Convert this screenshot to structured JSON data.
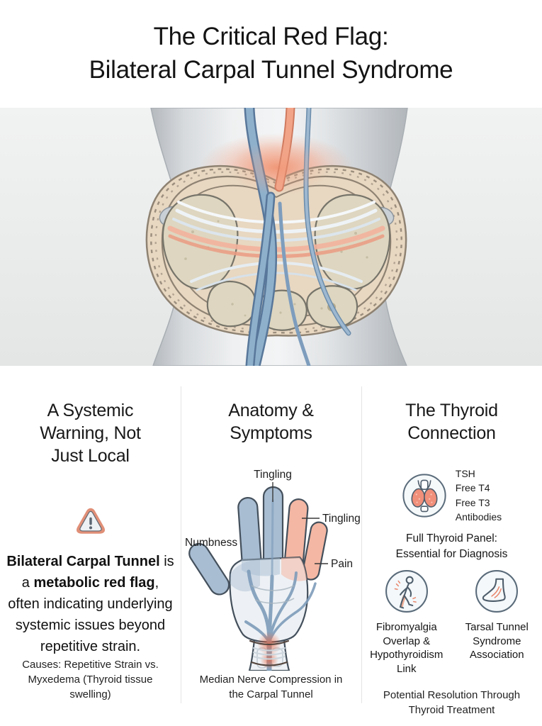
{
  "title": {
    "line1": "The Critical Red Flag:",
    "line2": "Bilateral Carpal Tunnel Syndrome"
  },
  "columns": [
    {
      "heading_lines": [
        "A Systemic",
        "Warning, Not",
        "Just Local"
      ],
      "body": {
        "bold1": "Bilateral Carpal Tunnel",
        "normal1": " is a ",
        "bold2": "metabolic red flag",
        "normal2": ", often indicating underlying systemic issues beyond repetitive strain."
      },
      "caption": "Causes: Repetitive Strain vs. Myxedema (Thyroid tissue swelling)"
    },
    {
      "heading_lines": [
        "Anatomy &",
        "Symptoms"
      ],
      "hand_labels": {
        "top": "Tingling",
        "right_upper": "Tingling",
        "left": "Numbness",
        "right_lower": "Pain"
      },
      "caption": "Median Nerve Compression in the Carpal Tunnel"
    },
    {
      "heading_lines": [
        "The Thyroid",
        "Connection"
      ],
      "labs": [
        "TSH",
        "Free T4",
        "Free T3",
        "Antibodies"
      ],
      "panel_text": "Full Thyroid Panel: Essential for Diagnosis",
      "nodes": [
        {
          "icon": "walking-person-icon",
          "label": "Fibromyalgia Overlap & Hypothyroidism Link"
        },
        {
          "icon": "foot-icon",
          "label": "Tarsal Tunnel Syndrome Association"
        }
      ],
      "caption": "Potential Resolution Through Thyroid Treatment"
    }
  ],
  "icons": {
    "warning": "warning-triangle-icon",
    "thyroid": "thyroid-gland-icon",
    "fibromyalgia": "walking-person-icon",
    "tarsal": "foot-icon",
    "resolution": "hand-with-thyroid-icon",
    "flow_arrow": "down-arrow-icon"
  },
  "colors": {
    "accent_salmon": "#e88f75",
    "accent_blue": "#7e9cba",
    "ink": "#1a1a1a",
    "divider": "#e4e4e4",
    "hero_background": "#eaecec"
  }
}
